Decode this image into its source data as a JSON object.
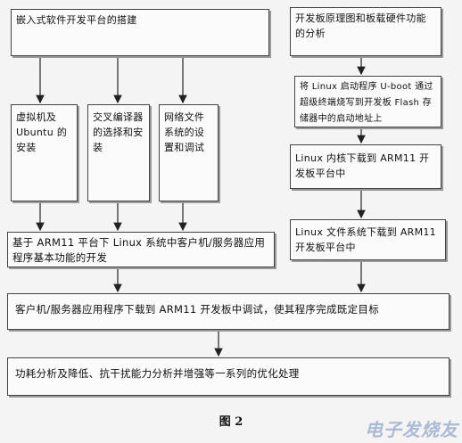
{
  "diagram": {
    "box_top_left": "嵌入式软件开发平台的搭建",
    "box_top_right": "开发板原理图和板载硬件功能的分析",
    "box_vm": "虚拟机及Ubuntu 的安装",
    "box_compiler": "交叉编译器的选择和安装",
    "box_nfs": "网络文件系统的设置和调试",
    "box_uboot": "将 Linux 启动程序 U-boot 通过超级终端烧写到开发板 Flash 存储器中的启动地址上",
    "box_kernel": "Linux 内核下载到 ARM11 开发板平台中",
    "box_fs": "Linux 文件系统下载到 ARM11 开发板平台中",
    "box_client_server": "基于 ARM11 平台下 Linux 系统中客户机/服务器应用程序基本功能的开发",
    "box_debug": "客户机/服务器应用程序下载到 ARM11 开发板中调试，使其程序完成既定目标",
    "box_optimize": "功耗分析及降低、抗干扰能力分析并增强等一系列的优化处理",
    "caption": "图 2",
    "watermark": "电子发烧友"
  }
}
